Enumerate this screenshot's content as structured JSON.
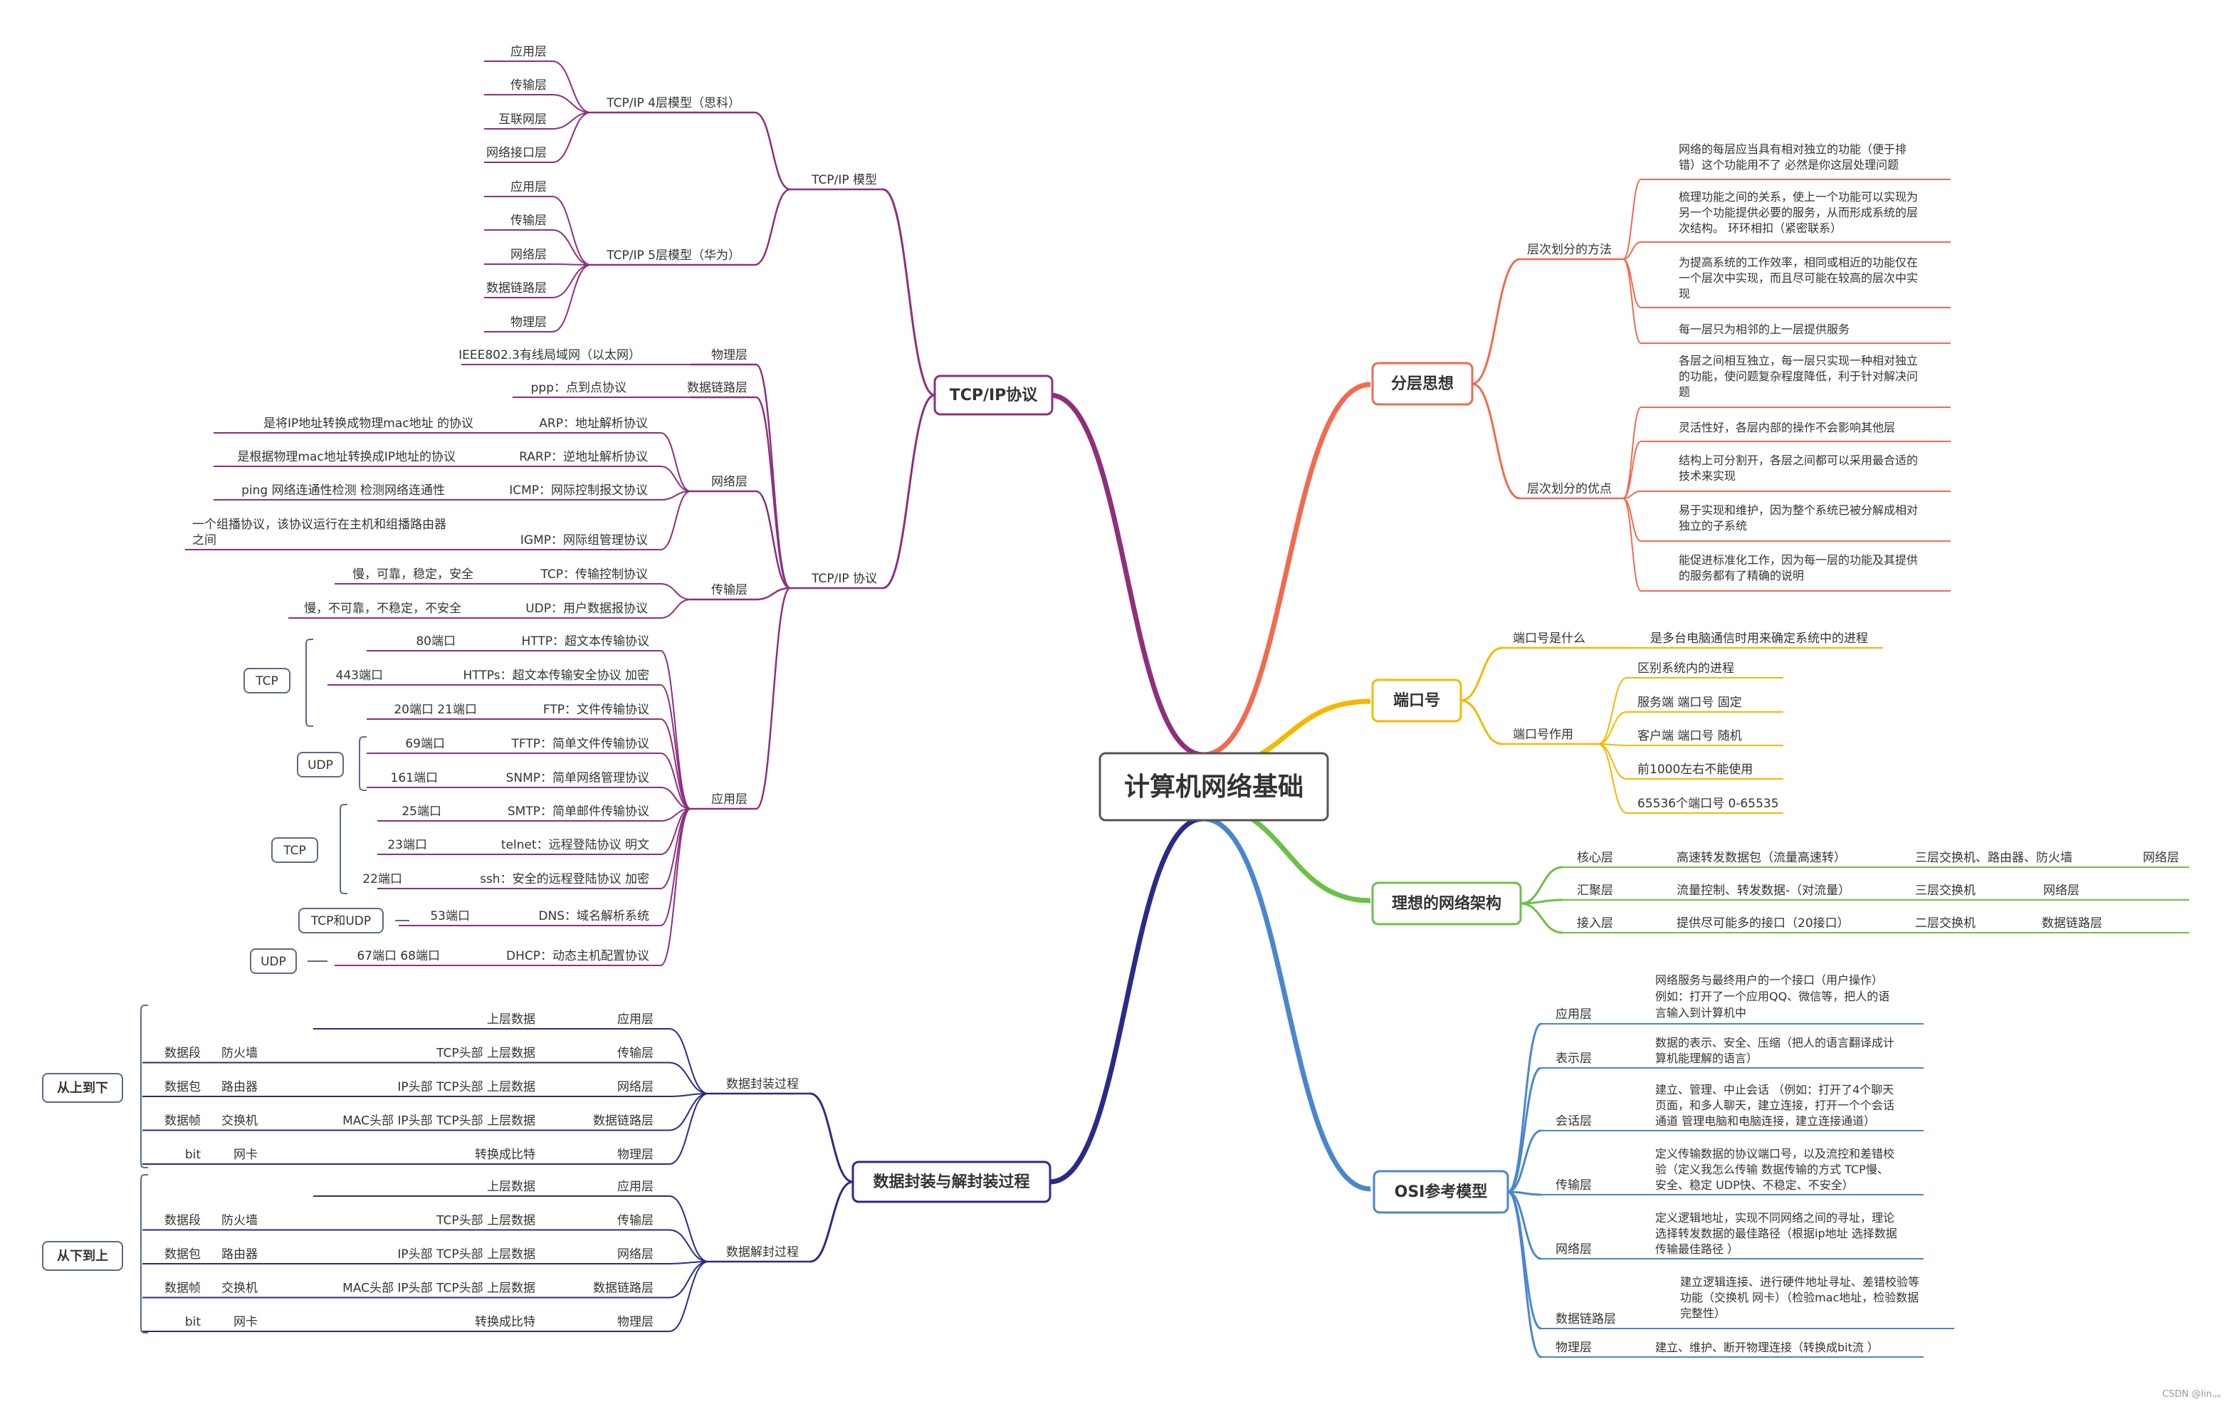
{
  "center": {
    "title": "计算机网络基础"
  },
  "colors": {
    "tcpip": "#8e2f7e",
    "layer": "#f26a4f",
    "port": "#f5b800",
    "arch": "#6cc144",
    "osi": "#4a86cf",
    "encap": "#2c2a88"
  },
  "tcpip": {
    "title": "TCP/IP协议",
    "models": {
      "label": "TCP/IP 模型",
      "four": {
        "label": "TCP/IP  4层模型（思科）",
        "items": [
          "应用层",
          "传输层",
          "互联网层",
          "网络接口层"
        ]
      },
      "five": {
        "label": "TCP/IP  5层模型（华为）",
        "items": [
          "应用层",
          "传输层",
          "网络层",
          "数据链路层",
          "物理层"
        ]
      }
    },
    "proto": {
      "label": "TCP/IP 协议",
      "physical": {
        "layer": "物理层",
        "item": "IEEE802.3有线局域网（以太网）"
      },
      "datalink": {
        "layer": "数据链路层",
        "item": "ppp：点到点协议"
      },
      "network": {
        "layer": "网络层",
        "arp": "ARP：地址解析协议",
        "arp_desc": "是将IP地址转换成物理mac地址 的协议",
        "rarp": "RARP：逆地址解析协议",
        "rarp_desc": "是根据物理mac地址转换成IP地址的协议",
        "icmp": "ICMP：网际控制报文协议",
        "icmp_desc": "ping   网络连通性检测    检测网络连通性",
        "igmp": "IGMP：网际组管理协议",
        "igmp_desc1": "一个组播协议，该协议运行在主机和组播路由器",
        "igmp_desc2": "之间"
      },
      "transport": {
        "layer": "传输层",
        "tcp": "TCP：传输控制协议",
        "tcp_desc": "慢，可靠，稳定，安全",
        "udp": "UDP：用户数据报协议",
        "udp_desc": "慢，不可靠，不稳定，不安全"
      },
      "application": {
        "layer": "应用层",
        "http": "HTTP：超文本传输协议",
        "http_port": "80端口",
        "https": "HTTPs：超文本传输安全协议    加密",
        "https_port": "443端口",
        "ftp": "FTP：文件传输协议",
        "ftp_port": "20端口    21端口",
        "tftp": "TFTP：简单文件传输协议",
        "tftp_port": "69端口",
        "snmp": "SNMP：简单网络管理协议",
        "snmp_port": "161端口",
        "smtp": "SMTP：简单邮件传输协议",
        "smtp_port": "25端口",
        "telnet": "telnet：远程登陆协议    明文",
        "telnet_port": "23端口",
        "ssh": "ssh：安全的远程登陆协议    加密",
        "ssh_port": "22端口",
        "dns": "DNS：域名解析系统",
        "dns_port": "53端口",
        "dhcp": "DHCP：动态主机配置协议",
        "dhcp_port": "67端口    68端口"
      },
      "groups": {
        "tcp1": "TCP",
        "udp1": "UDP",
        "tcp2": "TCP",
        "tcpudp": "TCP和UDP",
        "udp2": "UDP"
      }
    }
  },
  "encap": {
    "title": "数据封装与解封装过程",
    "enc": {
      "label": "数据封装过程",
      "group": "从上到下",
      "rows": [
        {
          "layer": "应用层",
          "hdr": "上层数据",
          "dev": "",
          "unit": ""
        },
        {
          "layer": "传输层",
          "hdr": "TCP头部   上层数据",
          "dev": "防火墙",
          "unit": "数据段"
        },
        {
          "layer": "网络层",
          "hdr": "IP头部    TCP头部    上层数据",
          "dev": "路由器",
          "unit": "数据包"
        },
        {
          "layer": "数据链路层",
          "hdr": "MAC头部    IP头部    TCP头部    上层数据",
          "dev": "交换机",
          "unit": "数据帧"
        },
        {
          "layer": "物理层",
          "hdr": "转换成比特",
          "dev": "网卡",
          "unit": "bit"
        }
      ]
    },
    "dec": {
      "label": "数据解封过程",
      "group": "从下到上",
      "rows": [
        {
          "layer": "应用层",
          "hdr": "上层数据",
          "dev": "",
          "unit": ""
        },
        {
          "layer": "传输层",
          "hdr": "TCP头部   上层数据",
          "dev": "防火墙",
          "unit": "数据段"
        },
        {
          "layer": "网络层",
          "hdr": "IP头部    TCP头部    上层数据",
          "dev": "路由器",
          "unit": "数据包"
        },
        {
          "layer": "数据链路层",
          "hdr": "MAC头部    IP头部    TCP头部    上层数据",
          "dev": "交换机",
          "unit": "数据帧"
        },
        {
          "layer": "物理层",
          "hdr": "转换成比特",
          "dev": "网卡",
          "unit": "bit"
        }
      ]
    }
  },
  "layer": {
    "title": "分层思想",
    "method": {
      "label": "层次划分的方法",
      "items": [
        [
          "网络的每层应当具有相对独立的功能（便于排",
          "错）这个功能用不了 必然是你这层处理问题"
        ],
        [
          "梳理功能之间的关系，使上一个功能可以实现为",
          "另一个功能提供必要的服务，从而形成系统的层",
          "次结构。     环环相扣（紧密联系）"
        ],
        [
          "为提高系统的工作效率，相同或相近的功能仅在",
          "一个层次中实现，而且尽可能在较高的层次中实",
          "现"
        ],
        [
          "每一层只为相邻的上一层提供服务"
        ]
      ]
    },
    "adv": {
      "label": "层次划分的优点",
      "items": [
        [
          "各层之间相互独立，每一层只实现一种相对独立",
          "的功能，使问题复杂程度降低，利于针对解决问",
          "题"
        ],
        [
          "灵活性好，各层内部的操作不会影响其他层"
        ],
        [
          "结构上可分割开，各层之间都可以采用最合适的",
          "技术来实现"
        ],
        [
          "易于实现和维护，因为整个系统已被分解成相对",
          "独立的子系统"
        ],
        [
          "能促进标准化工作，因为每一层的功能及其提供",
          "的服务都有了精确的说明"
        ]
      ]
    }
  },
  "port": {
    "title": "端口号",
    "what": {
      "label": "端口号是什么",
      "text": "是多台电脑通信时用来确定系统中的进程"
    },
    "use": {
      "label": "端口号作用",
      "items": [
        "区别系统内的进程",
        "服务端 端口号 固定",
        "客户端 端口号 随机",
        "前1000左右不能使用",
        "65536个端口号 0-65535"
      ]
    }
  },
  "arch": {
    "title": "理想的网络架构",
    "rows": [
      {
        "name": "核心层",
        "desc": "高速转发数据包（流量高速转）",
        "dev": "三层交换机、路由器、防火墙",
        "layer": "网络层"
      },
      {
        "name": "汇聚层",
        "desc": "流量控制、转发数据-（对流量）",
        "dev": "三层交换机",
        "layer": "网络层"
      },
      {
        "name": "接入层",
        "desc": "提供尽可能多的接口（20接口）",
        "dev": "二层交换机",
        "layer": "数据链路层"
      }
    ]
  },
  "osi": {
    "title": "OSI参考模型",
    "layers": [
      {
        "name": "应用层",
        "lines": [
          "网络服务与最终用户的一个接口（用户操作）",
          "例如：打开了一个应用QQ、微信等，把人的语",
          "言输入到计算机中"
        ]
      },
      {
        "name": "表示层",
        "lines": [
          "数据的表示、安全、压缩（把人的语言翻译成计",
          "算机能理解的语言）"
        ]
      },
      {
        "name": "会话层",
        "lines": [
          "建立、管理、中止会话 （例如：打开了4个聊天",
          "页面，和多人聊天，建立连接，打开一个个会话",
          "通道   管理电脑和电脑连接，建立连接通道）"
        ]
      },
      {
        "name": "传输层",
        "lines": [
          "定义传输数据的协议端口号，以及流控和差错校",
          "验（定义我怎么传输 数据传输的方式 TCP慢、",
          "安全、稳定    UDP快、不稳定、不安全）"
        ]
      },
      {
        "name": "网络层",
        "lines": [
          "定义逻辑地址，实现不同网络之间的寻址，理论",
          "选择转发数据的最佳路径（根据ip地址 选择数据",
          "传输最佳路径 ）"
        ]
      },
      {
        "name": "数据链路层",
        "lines": [
          "建立逻辑连接、进行硬件地址寻址、差错校验等",
          "功能（交换机 网卡）（检验mac地址，检验数据",
          "完整性）"
        ]
      },
      {
        "name": "物理层",
        "lines": [
          "建立、维护、断开物理连接（转换成bit流  ）"
        ]
      }
    ]
  },
  "watermark": "CSDN @lin灬"
}
